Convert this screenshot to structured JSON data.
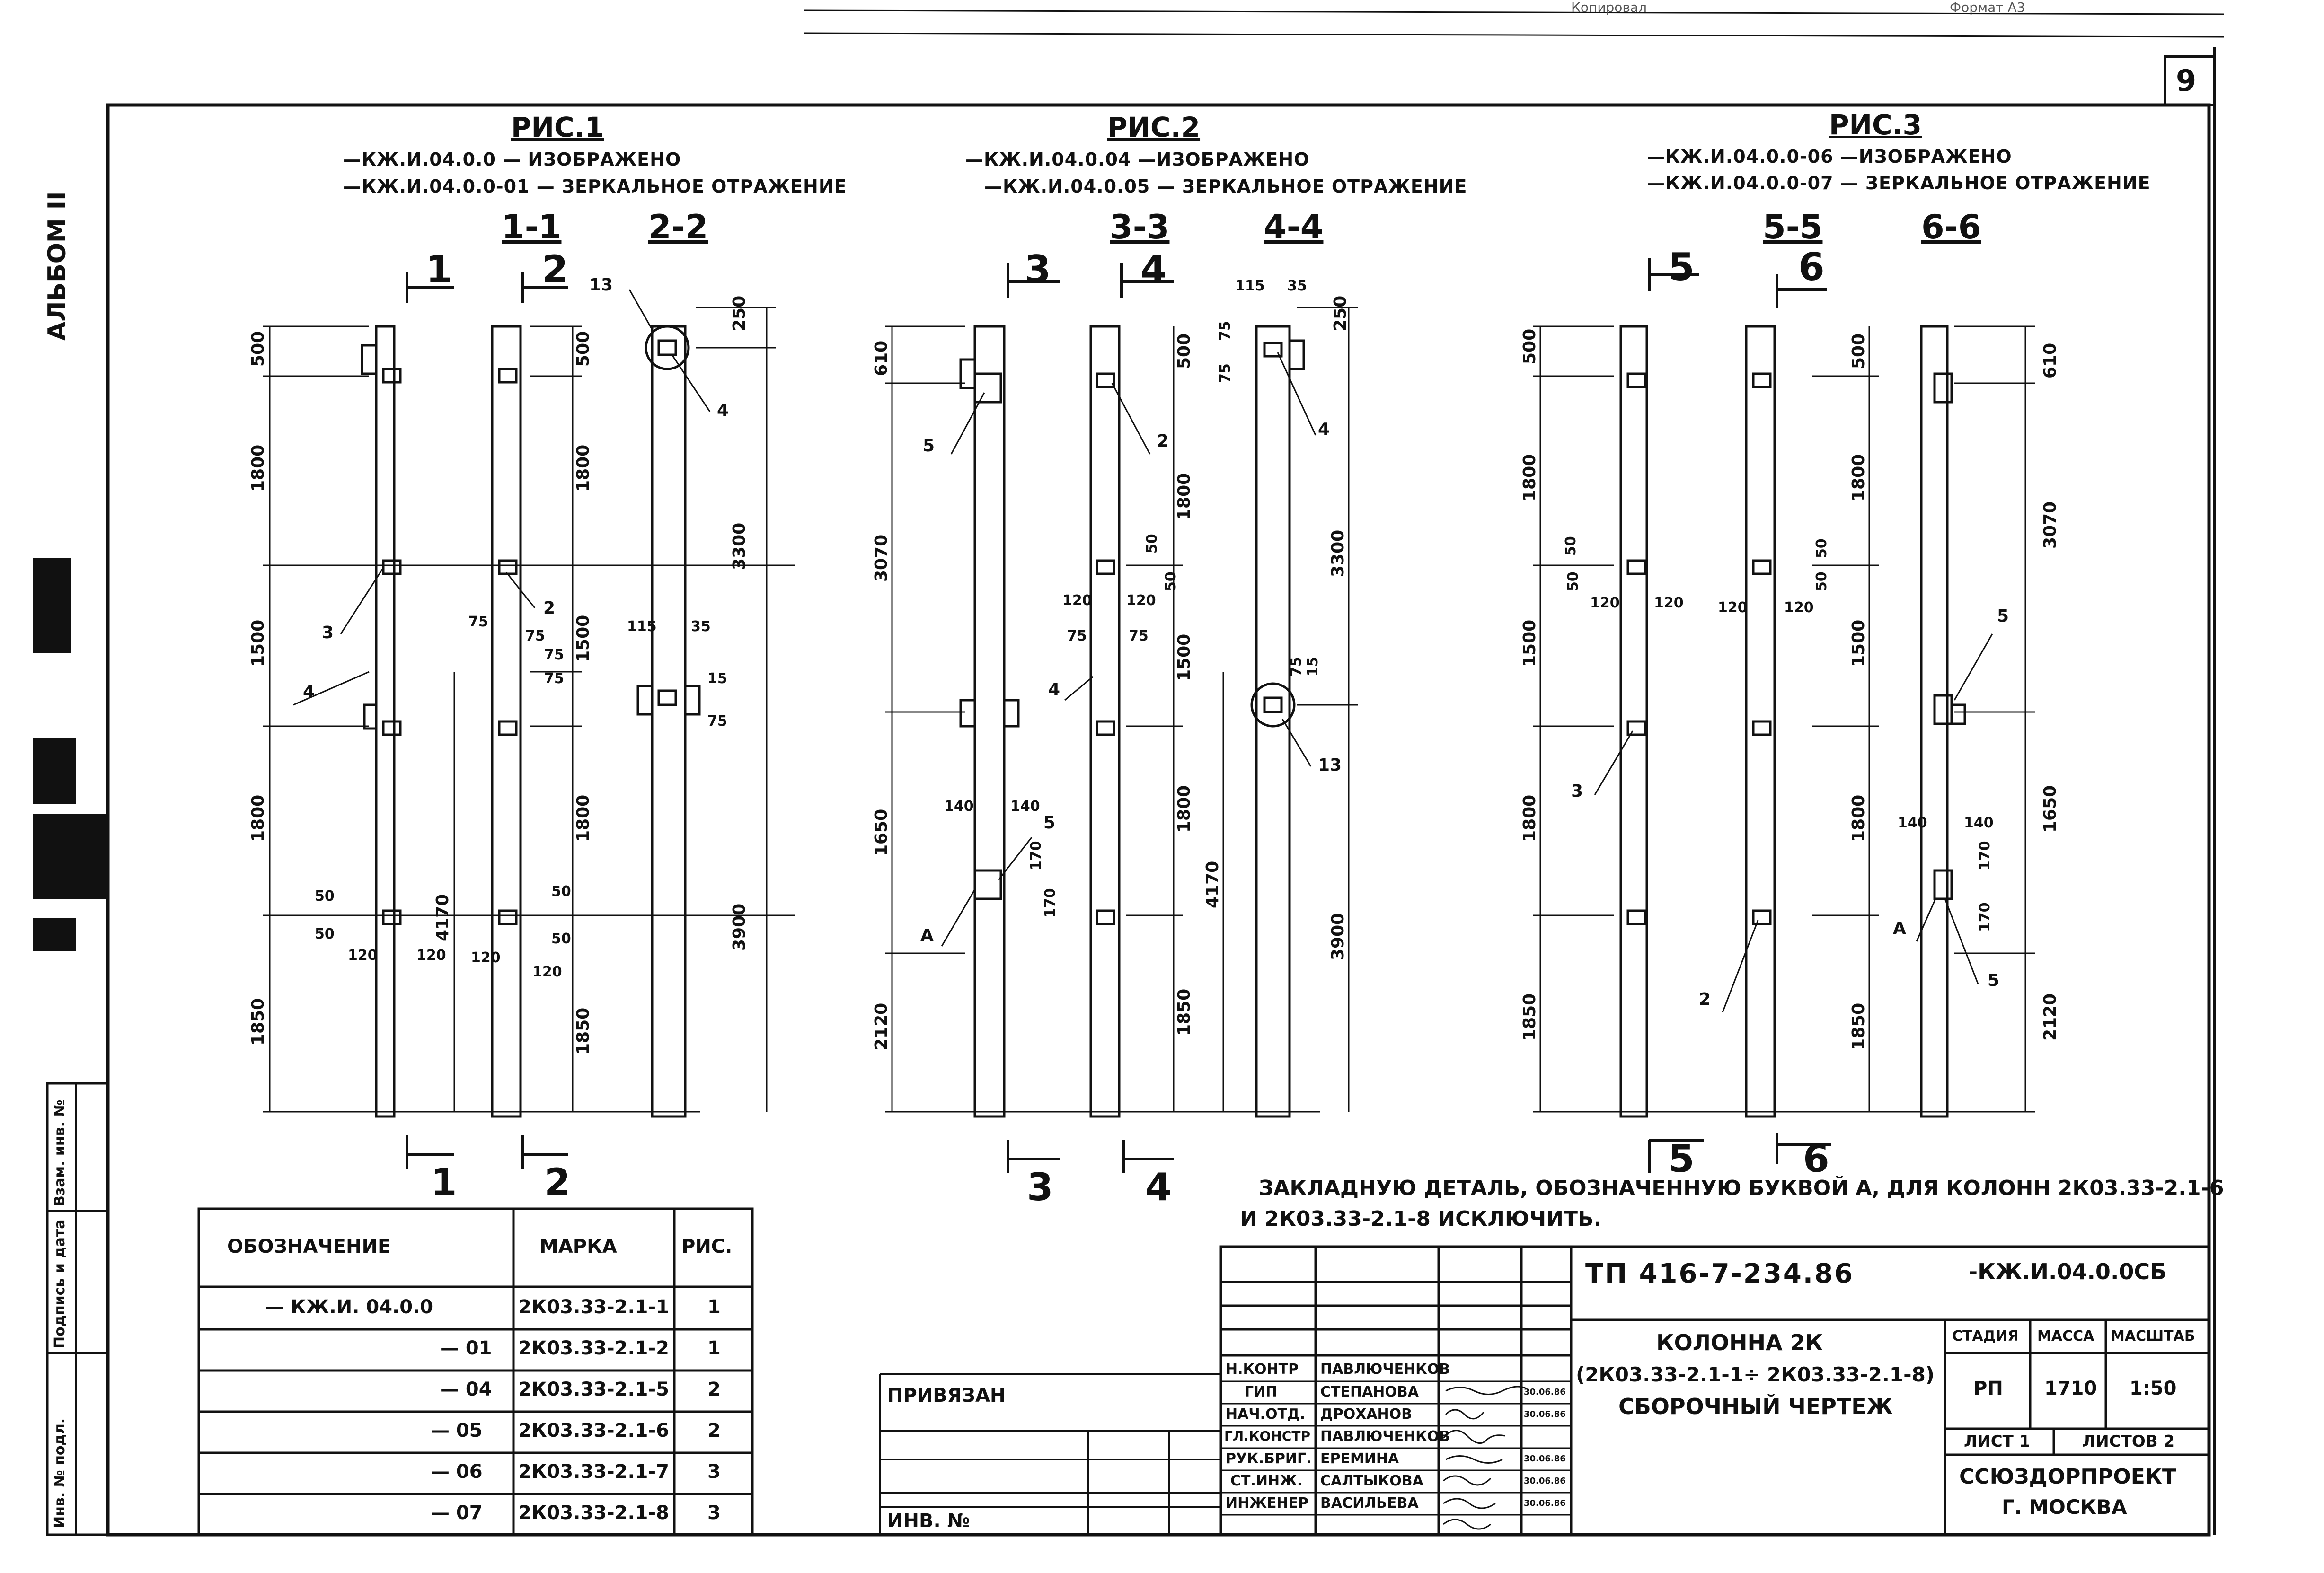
{
  "sheet": {
    "number": "9",
    "album": "АЛЬБОМ II",
    "header_left": "Копировал",
    "header_right": "Формат А3"
  },
  "margin_stamp": {
    "inv_podl": "Инв. № подл.",
    "podpis": "Подпись и дата",
    "vzam": "Взам. инв. №"
  },
  "figures": [
    {
      "title": "РИС.1",
      "lines": [
        "—КЖ.И.04.0.0 — ИЗОБРАЖЕНО",
        "—КЖ.И.04.0.0-01 — ЗЕРКАЛЬНОЕ ОТРАЖЕНИЕ"
      ],
      "sections": [
        "1-1",
        "2-2"
      ],
      "cuts": [
        "1",
        "2"
      ]
    },
    {
      "title": "РИС.2",
      "lines": [
        "—КЖ.И.04.0.04 —ИЗОБРАЖЕНО",
        "—КЖ.И.04.0.05 — ЗЕРКАЛЬНОЕ ОТРАЖЕНИЕ"
      ],
      "sections": [
        "3-3",
        "4-4"
      ],
      "cuts": [
        "3",
        "4"
      ]
    },
    {
      "title": "РИС.3",
      "lines": [
        "—КЖ.И.04.0.0-06 —ИЗОБРАЖЕНО",
        "—КЖ.И.04.0.0-07 — ЗЕРКАЛЬНОЕ ОТРАЖЕНИЕ"
      ],
      "sections": [
        "5-5",
        "6-6"
      ],
      "cuts": [
        "5",
        "6"
      ]
    }
  ],
  "dimensions": {
    "d500": "500",
    "d1800": "1800",
    "d1500": "1500",
    "d1850": "1850",
    "d4170": "4170",
    "d3300": "3300",
    "d3900": "3900",
    "d250": "250",
    "d610": "610",
    "d3070": "3070",
    "d1650": "1650",
    "d2120": "2120",
    "d50": "50",
    "d120": "120",
    "d75": "75",
    "d115": "115",
    "d35": "35",
    "d140": "140",
    "d170": "170",
    "d15": "15"
  },
  "callouts": {
    "c2": "2",
    "c3": "3",
    "c4": "4",
    "c5": "5",
    "c13": "13",
    "cA": "А"
  },
  "note": {
    "line1": "ЗАКЛАДНУЮ ДЕТАЛЬ, ОБОЗНАЧЕННУЮ БУКВОЙ А, ДЛЯ КОЛОНН 2К03.33-2.1-6",
    "line2": "И 2К03.33-2.1-8 ИСКЛЮЧИТЬ."
  },
  "spec_table": {
    "headers": [
      "ОБОЗНАЧЕНИЕ",
      "МАРКА",
      "РИС."
    ],
    "rows": [
      [
        "— КЖ.И. 04.0.0",
        "2К03.33-2.1-1",
        "1"
      ],
      [
        "— 01",
        "2К03.33-2.1-2",
        "1"
      ],
      [
        "— 04",
        "2К03.33-2.1-5",
        "2"
      ],
      [
        "— 05",
        "2К03.33-2.1-6",
        "2"
      ],
      [
        "— 06",
        "2К03.33-2.1-7",
        "3"
      ],
      [
        "— 07",
        "2К03.33-2.1-8",
        "3"
      ]
    ]
  },
  "privyazan": {
    "label": "ПРИВЯЗАН",
    "inv": "ИНВ. №"
  },
  "title_block": {
    "project": "ТП 416-7-234.86",
    "code": "-КЖ.И.04.0.0СБ",
    "name1": "КОЛОННА 2К",
    "name2": "(2К03.33-2.1-1÷ 2К03.33-2.1-8)",
    "name3": "СБОРОЧНЫЙ ЧЕРТЕЖ",
    "stage_h": "СТАДИЯ",
    "mass_h": "МАССА",
    "scale_h": "МАСШТАБ",
    "stage": "РП",
    "mass": "1710",
    "scale": "1:50",
    "sheet": "ЛИСТ 1",
    "sheets": "ЛИСТОВ 2",
    "org1": "ССЮЗДОРПРОЕКТ",
    "org2": "Г. МОСКВА",
    "people": [
      {
        "role": "Н.КОНТР",
        "name": "ПАВЛЮЧЕНКОВ",
        "date": ""
      },
      {
        "role": "ГИП",
        "name": "СТЕПАНОВА",
        "date": "30.06.86"
      },
      {
        "role": "НАЧ.ОТД.",
        "name": "ДРОХАНОВ",
        "date": "30.06.86"
      },
      {
        "role": "ГЛ.КОНСТР",
        "name": "ПАВЛЮЧЕНКОВ",
        "date": ""
      },
      {
        "role": "РУК.БРИГ.",
        "name": "ЕРЕМИНА",
        "date": "30.06.86"
      },
      {
        "role": "СТ.ИНЖ.",
        "name": "САЛТЫКОВА",
        "date": "30.06.86"
      },
      {
        "role": "ИНЖЕНЕР",
        "name": "ВАСИЛЬЕВА",
        "date": "30.06.86"
      }
    ]
  }
}
